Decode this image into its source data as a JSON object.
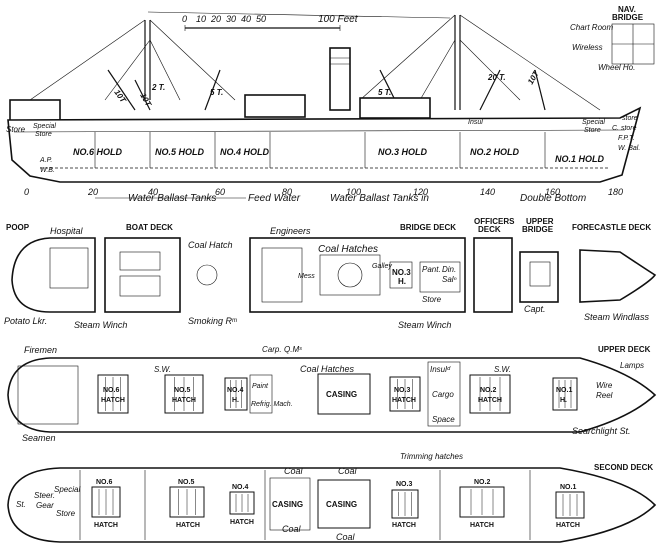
{
  "profile": {
    "scale_ticks": [
      "0",
      "10",
      "20",
      "30",
      "40",
      "50"
    ],
    "scale_label": "100 Feet",
    "bridge_labels": [
      "NAV.",
      "BRIDGE",
      "Chart Room",
      "Wireless",
      "Wheel Ho."
    ],
    "holds": [
      "NO.6 HOLD",
      "NO.5 HOLD",
      "NO.4 HOLD",
      "NO.3 HOLD",
      "NO.2 HOLD",
      "NO.1 HOLD"
    ],
    "derricks": [
      "10T",
      "10T",
      "2 T.",
      "5 T.",
      "5 T.",
      "20 T.",
      "10T"
    ],
    "aft_labels": [
      "Store",
      "Special",
      "Store",
      "A.P.",
      "W.B."
    ],
    "fwd_labels": [
      "Special",
      "Store",
      "C. store",
      "store",
      "F.P.T.",
      "W. Bal."
    ],
    "insul": "Insul",
    "frame_numbers": [
      "0",
      "20",
      "40",
      "60",
      "80",
      "100",
      "120",
      "140",
      "160",
      "180"
    ],
    "bottom_labels": [
      "Water Ballast Tanks",
      "Feed Water",
      "Water Ballast Tanks in",
      "Double Bottom"
    ]
  },
  "deck_row": {
    "titles": [
      "POOP",
      "BOAT DECK",
      "BRIDGE DECK",
      "OFFICERS",
      "DECK",
      "UPPER",
      "BRIDGE",
      "FORECASTLE DECK"
    ],
    "labels": [
      "Hospital",
      "Coal Hatch",
      "Engineers",
      "Coal Hatches",
      "Galley",
      "Mess",
      "NO.3",
      "H.",
      "Pant.",
      "Din.",
      "Salⁿ",
      "Store",
      "Capt."
    ],
    "bottom_labels": [
      "Potato Lkr.",
      "Steam Winch",
      "Smoking Rᵐ",
      "Steam Winch",
      "Steam Windlass"
    ]
  },
  "upper_deck": {
    "title": "UPPER DECK",
    "labels": [
      "Firemen",
      "Seamen",
      "Carp.",
      "Q.Mˢ",
      "S.W.",
      "Coal Hatches",
      "CASING",
      "Paint",
      "Refrig. Mach.",
      "Insulᵈ",
      "Cargo",
      "Space",
      "S.W.",
      "Lamps",
      "Wire",
      "Reel",
      "Searchlight St."
    ],
    "hatches": [
      "NO.6",
      "HATCH",
      "NO.5",
      "HATCH",
      "NO.4",
      "H.",
      "NO.3",
      "HATCH",
      "NO.2",
      "HATCH",
      "NO.1",
      "H."
    ]
  },
  "second_deck": {
    "title": "SECOND DECK",
    "labels": [
      "Trimming hatches",
      "St.",
      "Steer.",
      "Gear",
      "Special",
      "Store",
      "Coal",
      "Coal",
      "Coal",
      "Coal",
      "CASING",
      "CASING"
    ],
    "hatches": [
      "NO.6",
      "HATCH",
      "NO.5",
      "HATCH",
      "NO.4",
      "HATCH",
      "NO.3",
      "HATCH",
      "NO.2",
      "HATCH",
      "NO.1",
      "HATCH"
    ]
  }
}
